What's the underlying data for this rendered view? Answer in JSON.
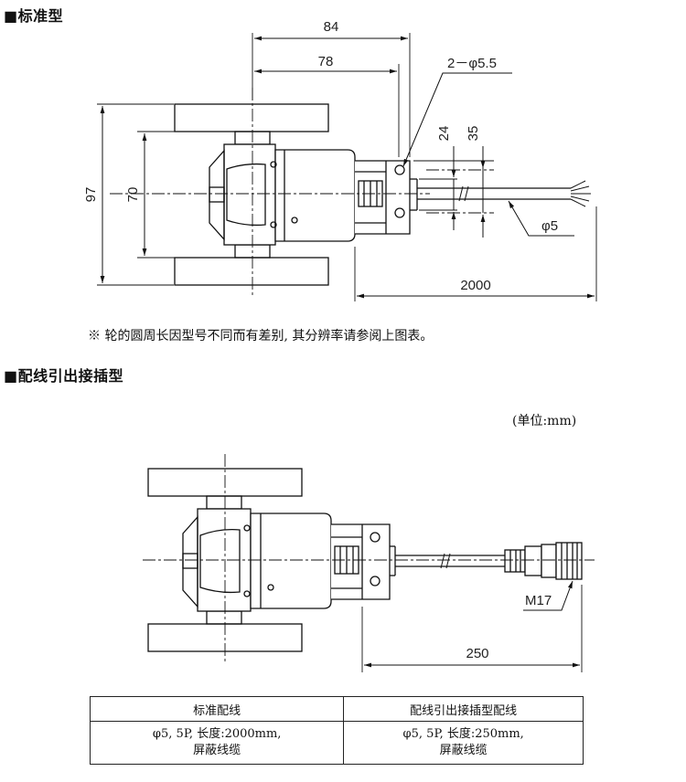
{
  "sections": {
    "standard_title": "■标准型",
    "connector_title": "■配线引出接插型"
  },
  "top_diagram": {
    "dim_84": "84",
    "dim_78": "78",
    "dim_hole": "2－φ5.5",
    "dim_24": "24",
    "dim_35": "35",
    "dim_97": "97",
    "dim_70": "70",
    "dim_cable": "φ5",
    "dim_2000": "2000"
  },
  "note": "※ 轮的圆周长因型号不同而有差别, 其分辨率请参阅上图表。",
  "unit": "(单位:mm)",
  "bottom_diagram": {
    "dim_m17": "M17",
    "dim_250": "250"
  },
  "table": {
    "headers": [
      "标准配线",
      "配线引出接插型配线"
    ],
    "rows": [
      [
        "φ5, 5P, 长度:2000mm,",
        "φ5, 5P, 长度:250mm,"
      ],
      [
        "屏蔽线缆",
        "屏蔽线缆"
      ]
    ]
  }
}
